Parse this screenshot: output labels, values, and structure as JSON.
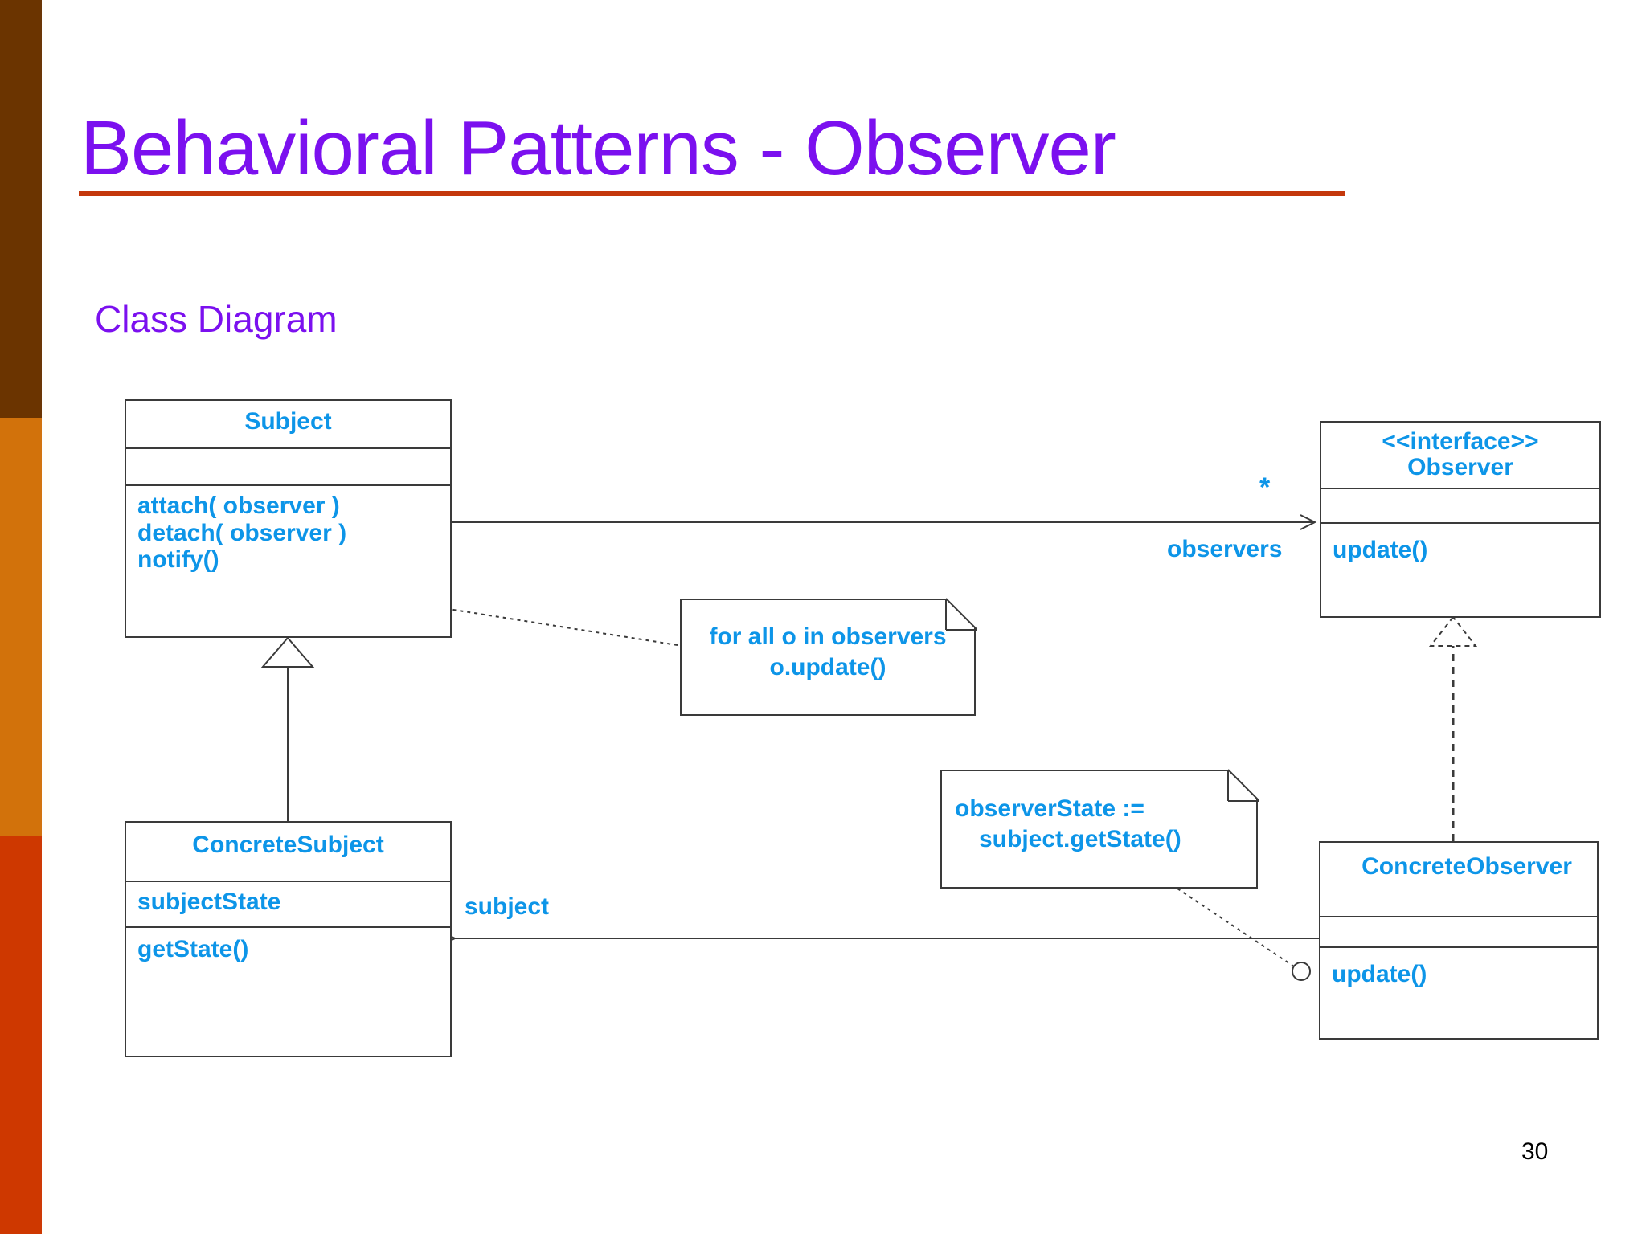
{
  "slide": {
    "title": "Behavioral Patterns - Observer",
    "subtitle": "Class Diagram",
    "page_number": "30",
    "colors": {
      "title": "#7b10ef",
      "rule": "#c4380c",
      "class_text": "#0d95e8",
      "line": "#3a3a3a",
      "band_top": "#6b3400",
      "band_mid": "#d2720b",
      "band_bottom": "#ce3800"
    }
  },
  "diagram": {
    "type": "uml-class-diagram",
    "classes": [
      {
        "id": "subject",
        "name": "Subject",
        "stereotype": "",
        "attributes": [],
        "operations": [
          "attach( observer )",
          "detach( observer )",
          "notify()"
        ]
      },
      {
        "id": "observer",
        "name": "Observer",
        "stereotype": "<<interface>>",
        "attributes": [],
        "operations": [
          "update()"
        ]
      },
      {
        "id": "concrete-subject",
        "name": "ConcreteSubject",
        "stereotype": "",
        "attributes": [
          "subjectState"
        ],
        "operations": [
          "getState()"
        ]
      },
      {
        "id": "concrete-observer",
        "name": "ConcreteObserver",
        "stereotype": "",
        "attributes": [],
        "operations": [
          "update()"
        ]
      }
    ],
    "notes": [
      {
        "id": "note-notify",
        "lines": [
          "for all o in observers",
          "o.update()"
        ],
        "anchored_to": "Subject.notify()"
      },
      {
        "id": "note-state",
        "lines": [
          "observerState :=",
          "subject.getState()"
        ],
        "anchored_to": "ConcreteObserver.update()"
      }
    ],
    "edge_labels": {
      "multiplicity": "*",
      "observers_role": "observers",
      "subject_role": "subject"
    },
    "relations": [
      {
        "from": "Subject",
        "to": "Observer",
        "kind": "association",
        "role": "observers",
        "multiplicity": "*"
      },
      {
        "from": "ConcreteSubject",
        "to": "Subject",
        "kind": "generalization"
      },
      {
        "from": "ConcreteObserver",
        "to": "Observer",
        "kind": "realization"
      },
      {
        "from": "ConcreteObserver",
        "to": "ConcreteSubject",
        "kind": "association",
        "role": "subject"
      }
    ]
  }
}
